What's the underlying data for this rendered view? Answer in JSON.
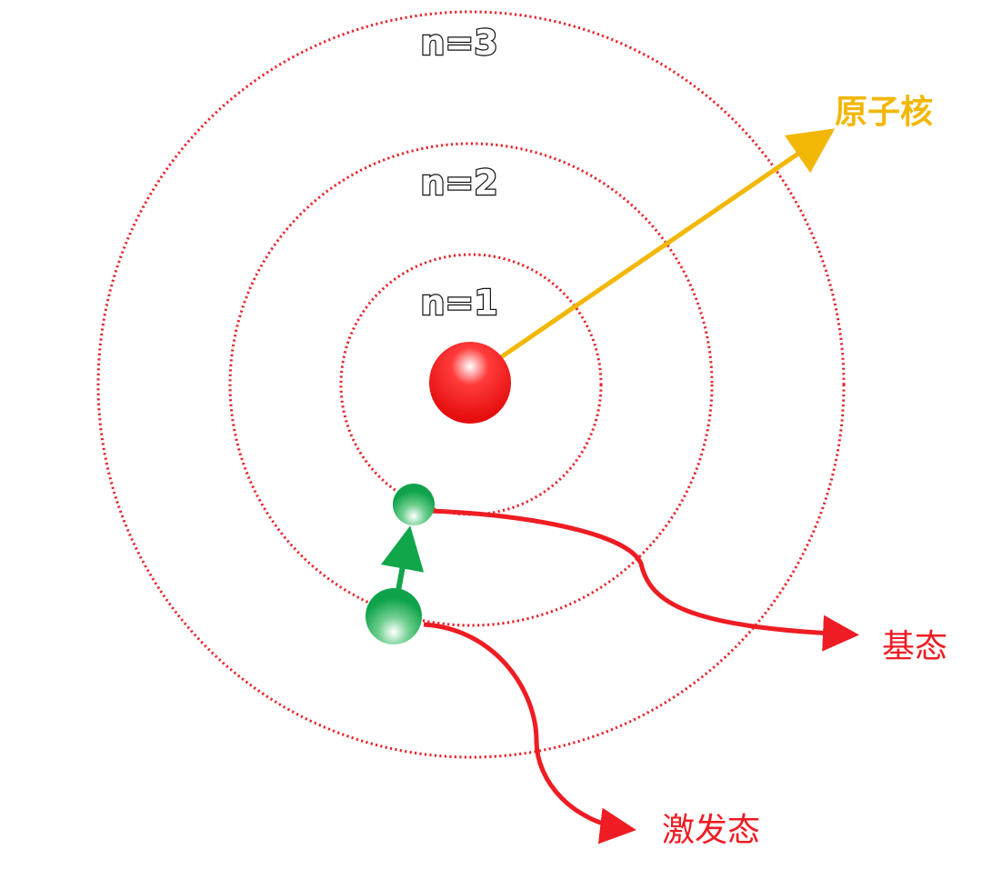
{
  "orbits": [
    {
      "label": "n=1"
    },
    {
      "label": "n=2"
    },
    {
      "label": "n=3"
    }
  ],
  "labels": {
    "nucleus": "原子核",
    "ground_state": "基态",
    "excited_state": "激发态"
  },
  "colors": {
    "orbit": "#e8232a",
    "nucleus_arrow": "#f2b705",
    "nucleus_label": "#f2b705",
    "state_arrow": "#ee1c23",
    "state_label": "#ee1c23",
    "transition_arrow": "#10a64a",
    "electron": "#0ea34a",
    "nucleus": "#ee1111"
  }
}
